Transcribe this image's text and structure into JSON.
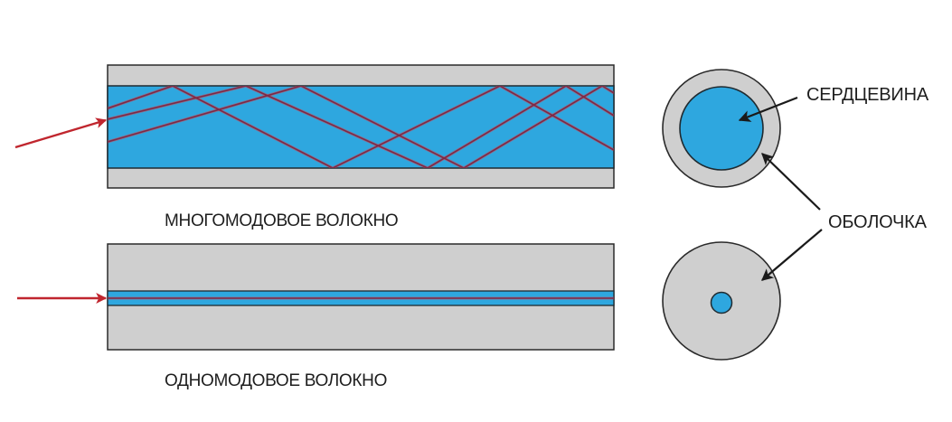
{
  "diagram": {
    "title": "Multimode vs single-mode optical fiber",
    "colors": {
      "core": "#2ea7df",
      "cladding": "#cfcfcf",
      "ray": "#b3262e",
      "ray_inner": "#7a2a48",
      "outline": "#1f2a30",
      "text": "#1e1e1e",
      "pointer": "#1a1a1a"
    },
    "multimode": {
      "caption": "МНОГОМОДОВОЕ ВОЛОКНО",
      "mode_count": 3,
      "cross_section_core_ratio": 0.71
    },
    "singlemode": {
      "caption": "ОДНОМОДОВОЕ ВОЛОКНО",
      "mode_count": 1,
      "cross_section_core_ratio": 0.18
    },
    "labels": {
      "core": "СЕРДЦЕВИНА",
      "cladding": "ОБОЛОЧКА"
    },
    "icons": {
      "input_light_arrow": "arrow-right",
      "pointer_arrow": "arrow-pointer"
    }
  }
}
